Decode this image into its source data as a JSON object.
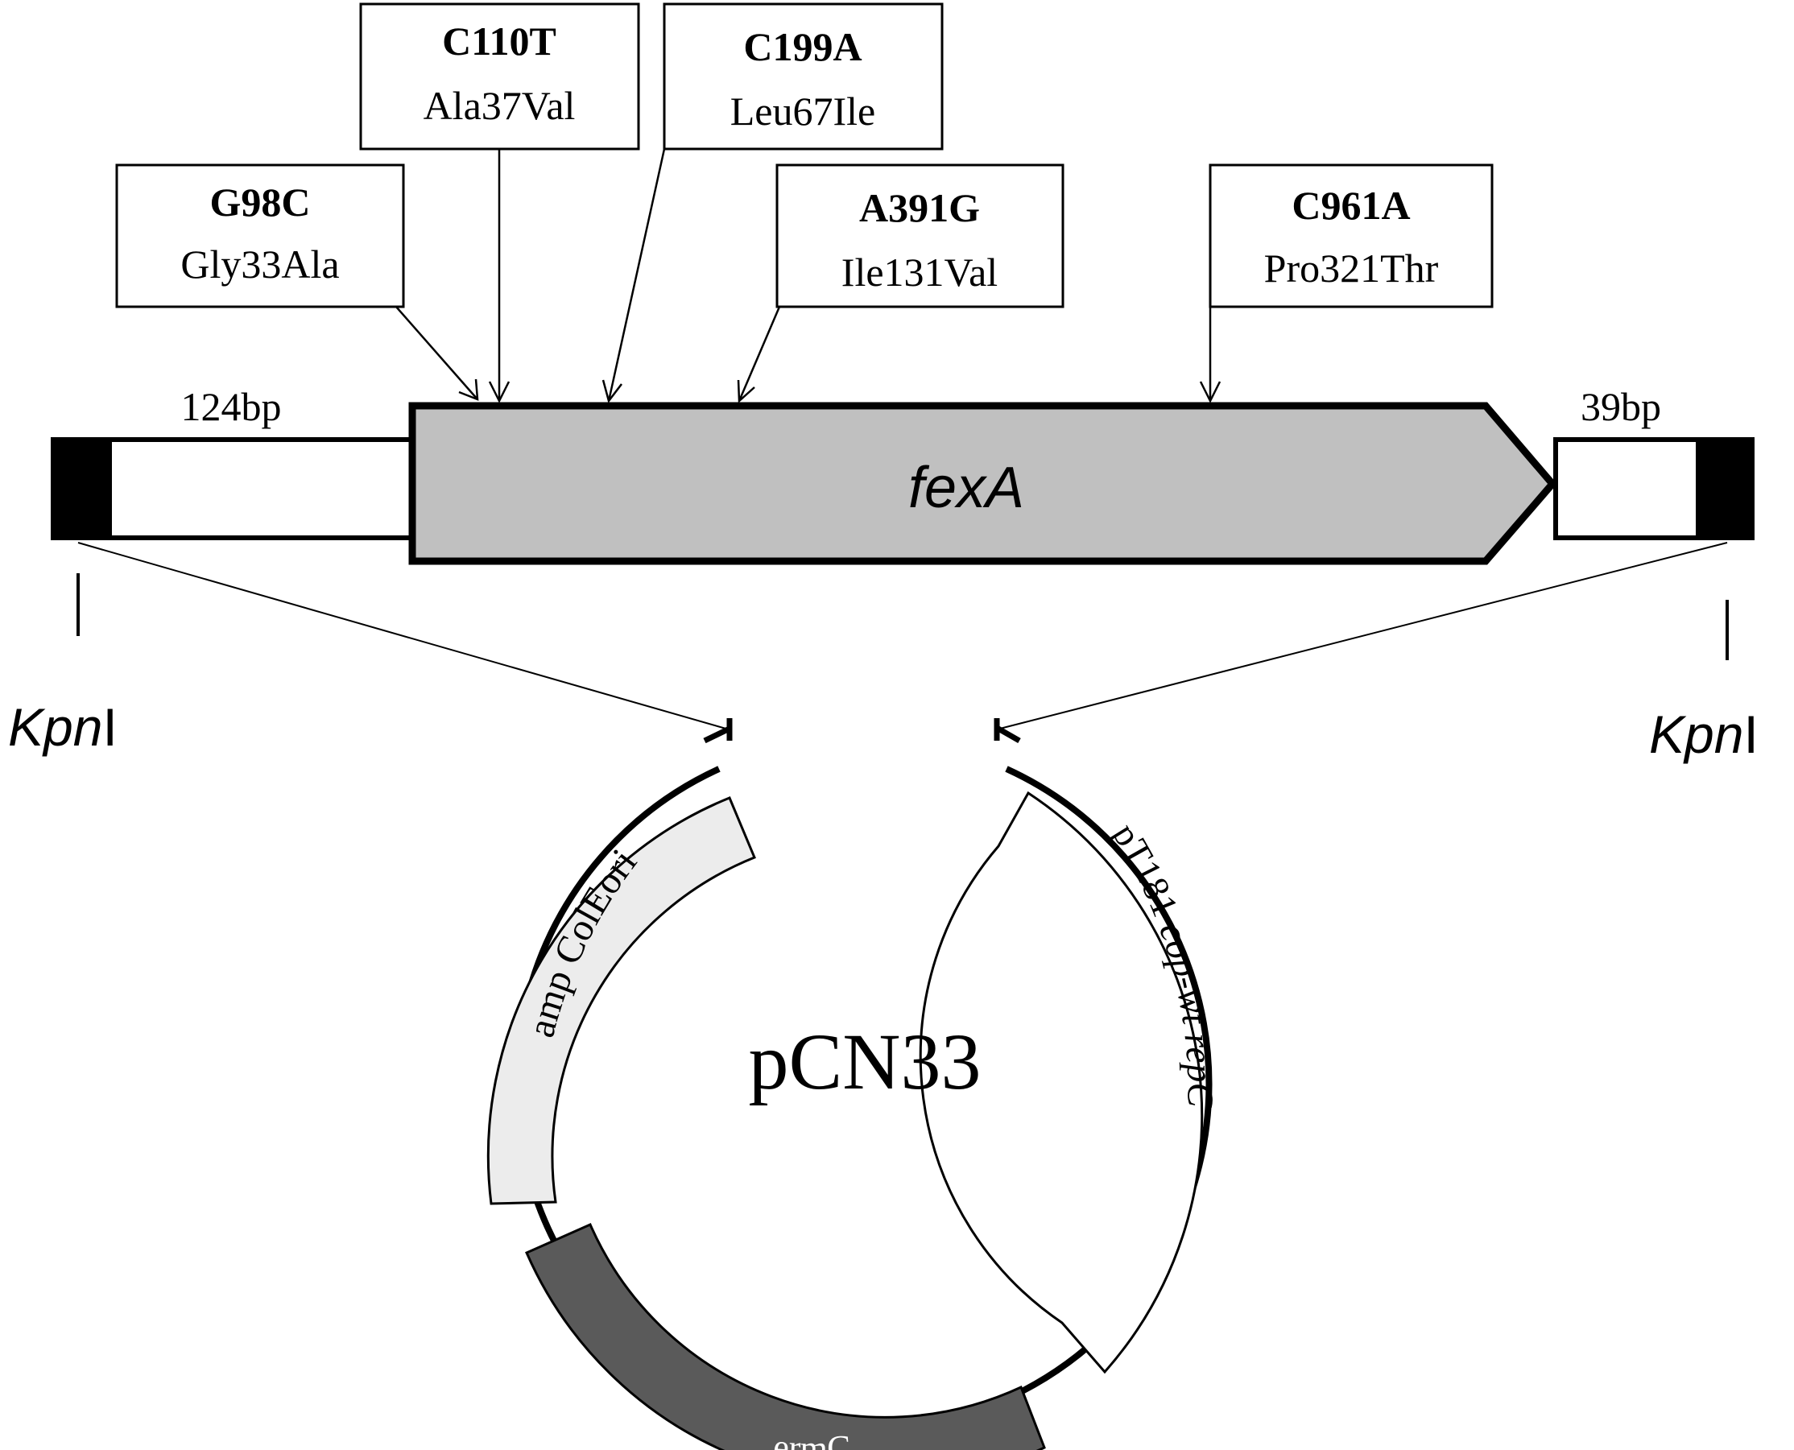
{
  "mutations": [
    {
      "id": "g98c",
      "nucleotide": "G98C",
      "protein": "Gly33Ala"
    },
    {
      "id": "c110t",
      "nucleotide": "C110T",
      "protein": "Ala37Val"
    },
    {
      "id": "c199a",
      "nucleotide": "C199A",
      "protein": "Leu67Ile"
    },
    {
      "id": "a391g",
      "nucleotide": "A391G",
      "protein": "Ile131Val"
    },
    {
      "id": "c961a",
      "nucleotide": "C961A",
      "protein": "Pro321Thr"
    }
  ],
  "insert": {
    "gene_name": "fexA",
    "upstream_length": "124bp",
    "downstream_length": "39bp",
    "gene_fill": "#c0c0c0"
  },
  "restriction_sites": {
    "left": {
      "italic": "Kpn",
      "roman": "I"
    },
    "right": {
      "italic": "Kpn",
      "roman": "I"
    }
  },
  "plasmid": {
    "name": "pCN33",
    "segments": {
      "amp_colE": {
        "label": "amp  ColEori",
        "fill": "#ececec"
      },
      "ermC": {
        "label": "ermC",
        "fill": "#5a5a5a"
      },
      "pt181": {
        "label_roman": "pT181 ",
        "label_italic": "cop-wt repC",
        "fill": "#ffffff"
      }
    }
  }
}
